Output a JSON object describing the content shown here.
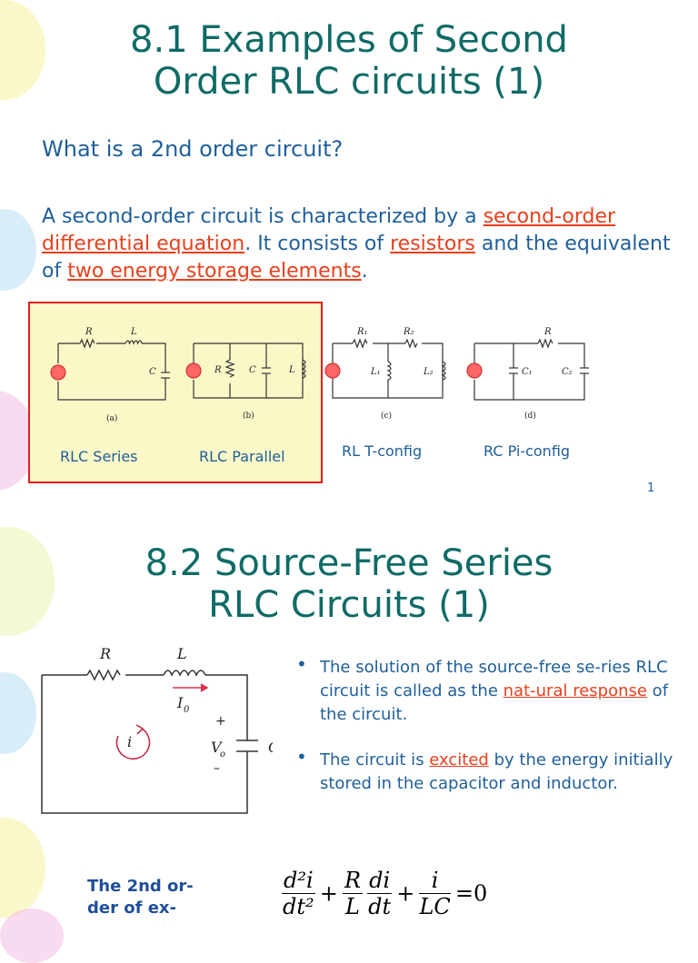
{
  "slide1": {
    "title_line1": "8.1 Examples of Second",
    "title_line2": "Order RLC circuits (1)",
    "question": "What is a 2nd order circuit?",
    "para_a": "A second-order circuit is characterized by a ",
    "para_hl1": "second-order differential equation",
    "para_b": ". It consists of ",
    "para_hl2": "resistors",
    "para_c": " and the equivalent of ",
    "para_hl3": "two energy storage elements",
    "para_d": ".",
    "captions": [
      "RLC Series",
      "RLC Parallel",
      "RL T-config",
      "RC Pi-config"
    ],
    "sub_labels": [
      "(a)",
      "(b)",
      "(c)",
      "(d)"
    ],
    "page_number": "1",
    "highlight_color": "#e8401c",
    "text_color": "#1f5f9a",
    "title_color": "#0f6b66"
  },
  "slide2": {
    "title_line1": "8.2 Source-Free Series",
    "title_line2": "RLC Circuits (1)",
    "bullet1_a": "The solution of the source-free  se-ries RLC circuit is called as the ",
    "bullet1_hl": "nat-ural response",
    "bullet1_b": " of the circuit.",
    "bullet2_a": "The circuit is ",
    "bullet2_hl": "excited",
    "bullet2_b": " by the energy initially stored in the capacitor and inductor.",
    "eq_label": "The 2nd or-der of ex-",
    "circuit_labels": {
      "R": "R",
      "L": "L",
      "I0": "I",
      "I0_sub": "0",
      "V0": "V",
      "V0_sub": "o",
      "C": "C",
      "i": "i",
      "plus": "+",
      "minus": "–"
    },
    "equation": {
      "t1_num": "d²i",
      "t1_den": "dt²",
      "t2_num": "R",
      "t2_den": "L",
      "t3_num": "di",
      "t3_den": "dt",
      "t4_num": "i",
      "t4_den": "LC",
      "rhs": "0"
    }
  }
}
